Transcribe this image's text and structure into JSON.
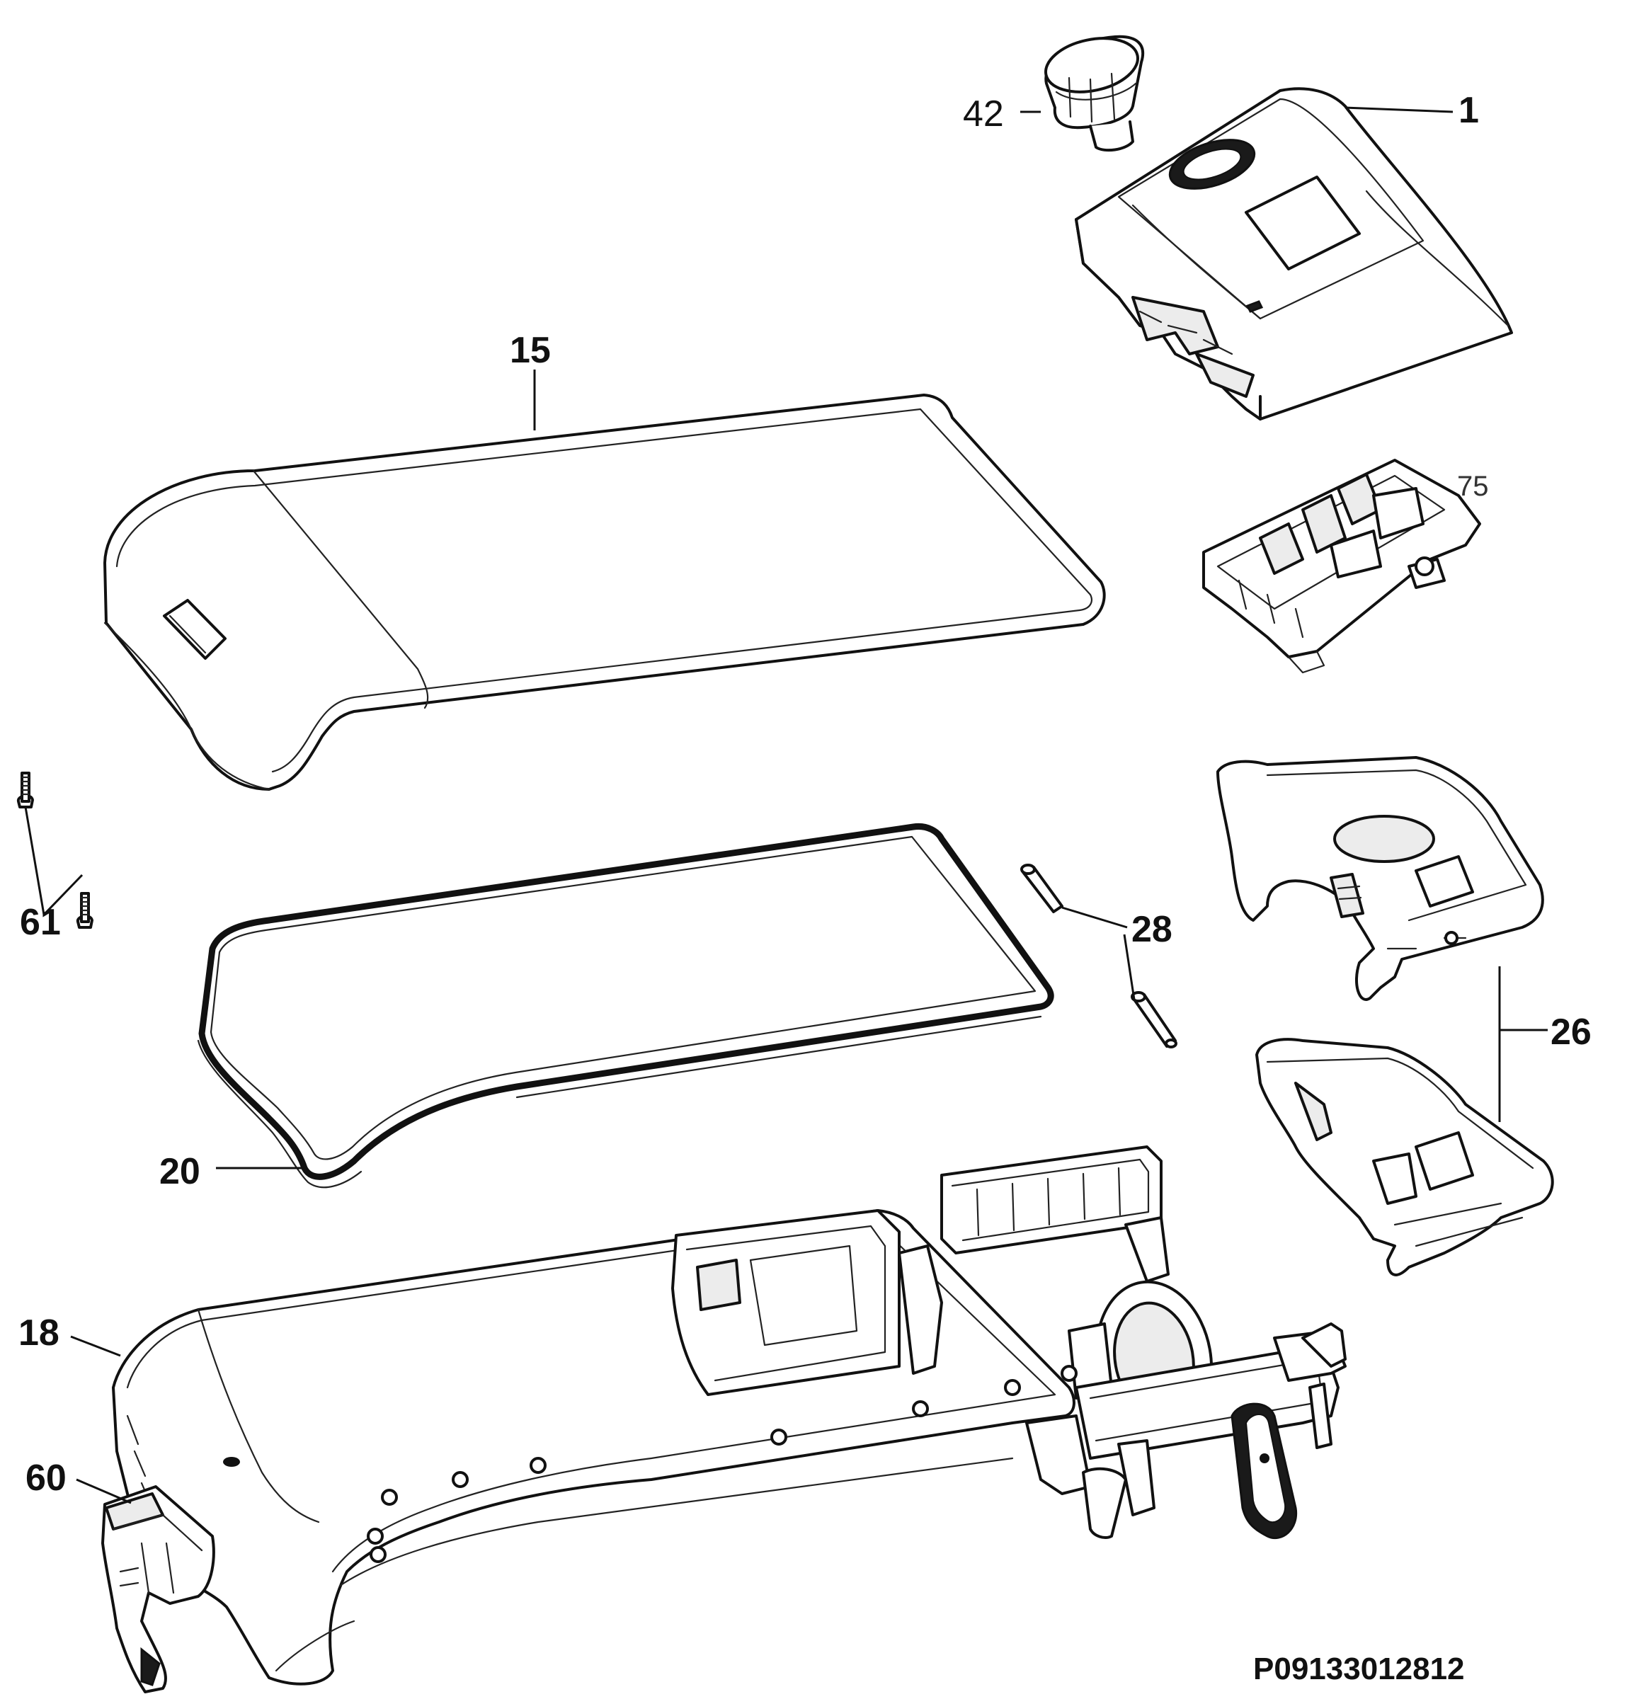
{
  "diagram": {
    "drawing_code": "P09133012812",
    "parts": [
      {
        "id": "part-1",
        "label": "1"
      },
      {
        "id": "part-42",
        "label": "42"
      },
      {
        "id": "part-15",
        "label": "15"
      },
      {
        "id": "part-75",
        "label": "75"
      },
      {
        "id": "part-61",
        "label": "61"
      },
      {
        "id": "part-28",
        "label": "28"
      },
      {
        "id": "part-26",
        "label": "26"
      },
      {
        "id": "part-20",
        "label": "20"
      },
      {
        "id": "part-18",
        "label": "18"
      },
      {
        "id": "part-60",
        "label": "60"
      }
    ]
  }
}
